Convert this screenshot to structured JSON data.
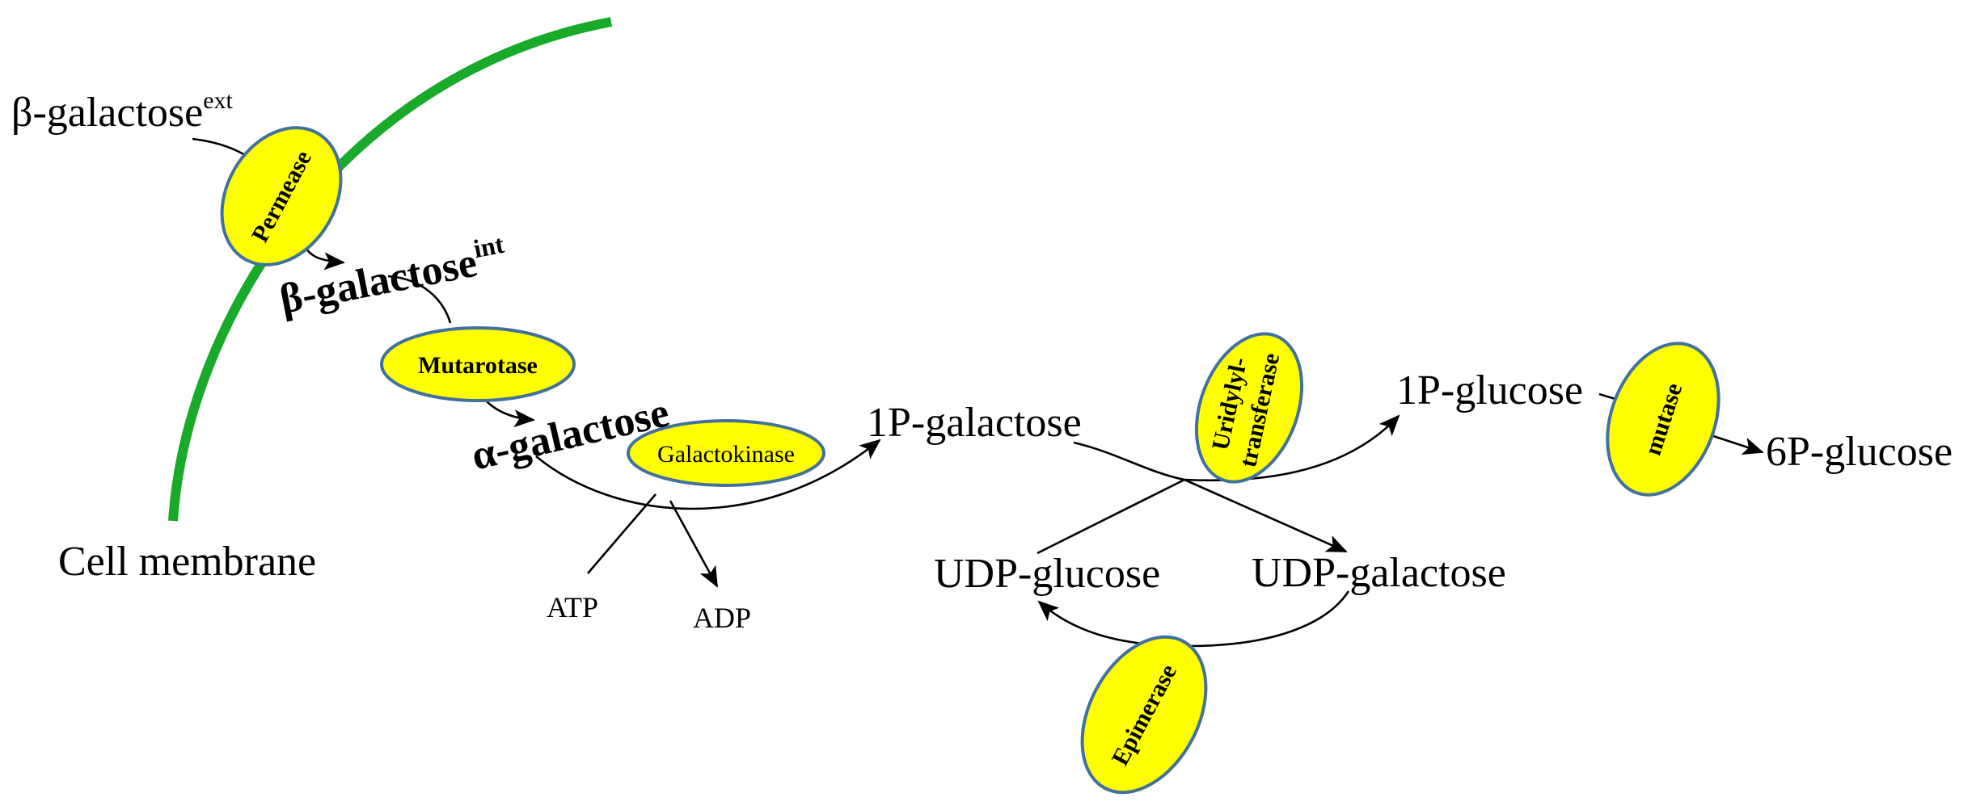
{
  "colors": {
    "membrane": "#1aaa2a",
    "enzyme_fill": "#ffff00",
    "enzyme_stroke": "#41719c",
    "line": "#000000",
    "background": "#ffffff"
  },
  "metabolites": {
    "beta_galactose_ext": {
      "base": "β-galactose",
      "sup": "ext"
    },
    "beta_galactose_int": {
      "base": "β-galactose",
      "sup": "int"
    },
    "alpha_galactose": "α-galactose",
    "p1_galactose": "1P-galactose",
    "p1_glucose": "1P-glucose",
    "p6_glucose": "6P-glucose",
    "udp_glucose": "UDP-glucose",
    "udp_galactose": "UDP-galactose",
    "atp": "ATP",
    "adp": "ADP"
  },
  "cell_membrane_label": "Cell membrane",
  "enzymes": {
    "permease": "Permease",
    "mutarotase": "Mutarotase",
    "galactokinase": "Galactokinase",
    "uridylyltransferase": [
      "Uridylyl-",
      "transferase"
    ],
    "mutase": "mutase",
    "epimerase": "Epimerase"
  }
}
